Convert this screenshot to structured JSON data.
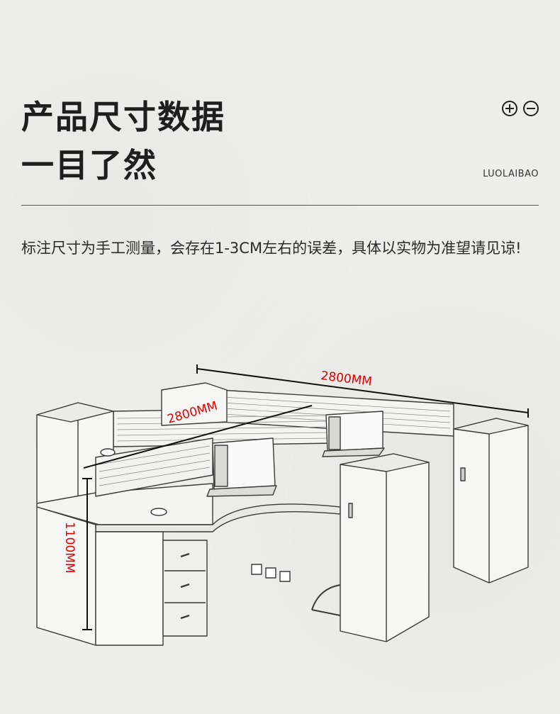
{
  "header": {
    "title_line1": "产品尺寸数据",
    "title_line2": "一目了然",
    "brand": "LUOLAIBAO",
    "zoom_in_icon": "plus-circle-icon",
    "zoom_out_icon": "minus-circle-icon"
  },
  "description": "标注尺寸为手工测量，会存在1-3CM左右的误差，具体以实物为准望请见谅!",
  "dimensions": {
    "width": "2800MM",
    "depth": "2800MM",
    "height": "1100MM"
  },
  "colors": {
    "dimension_label": "#e00000",
    "text": "#222222",
    "background": "#eeeeec"
  }
}
